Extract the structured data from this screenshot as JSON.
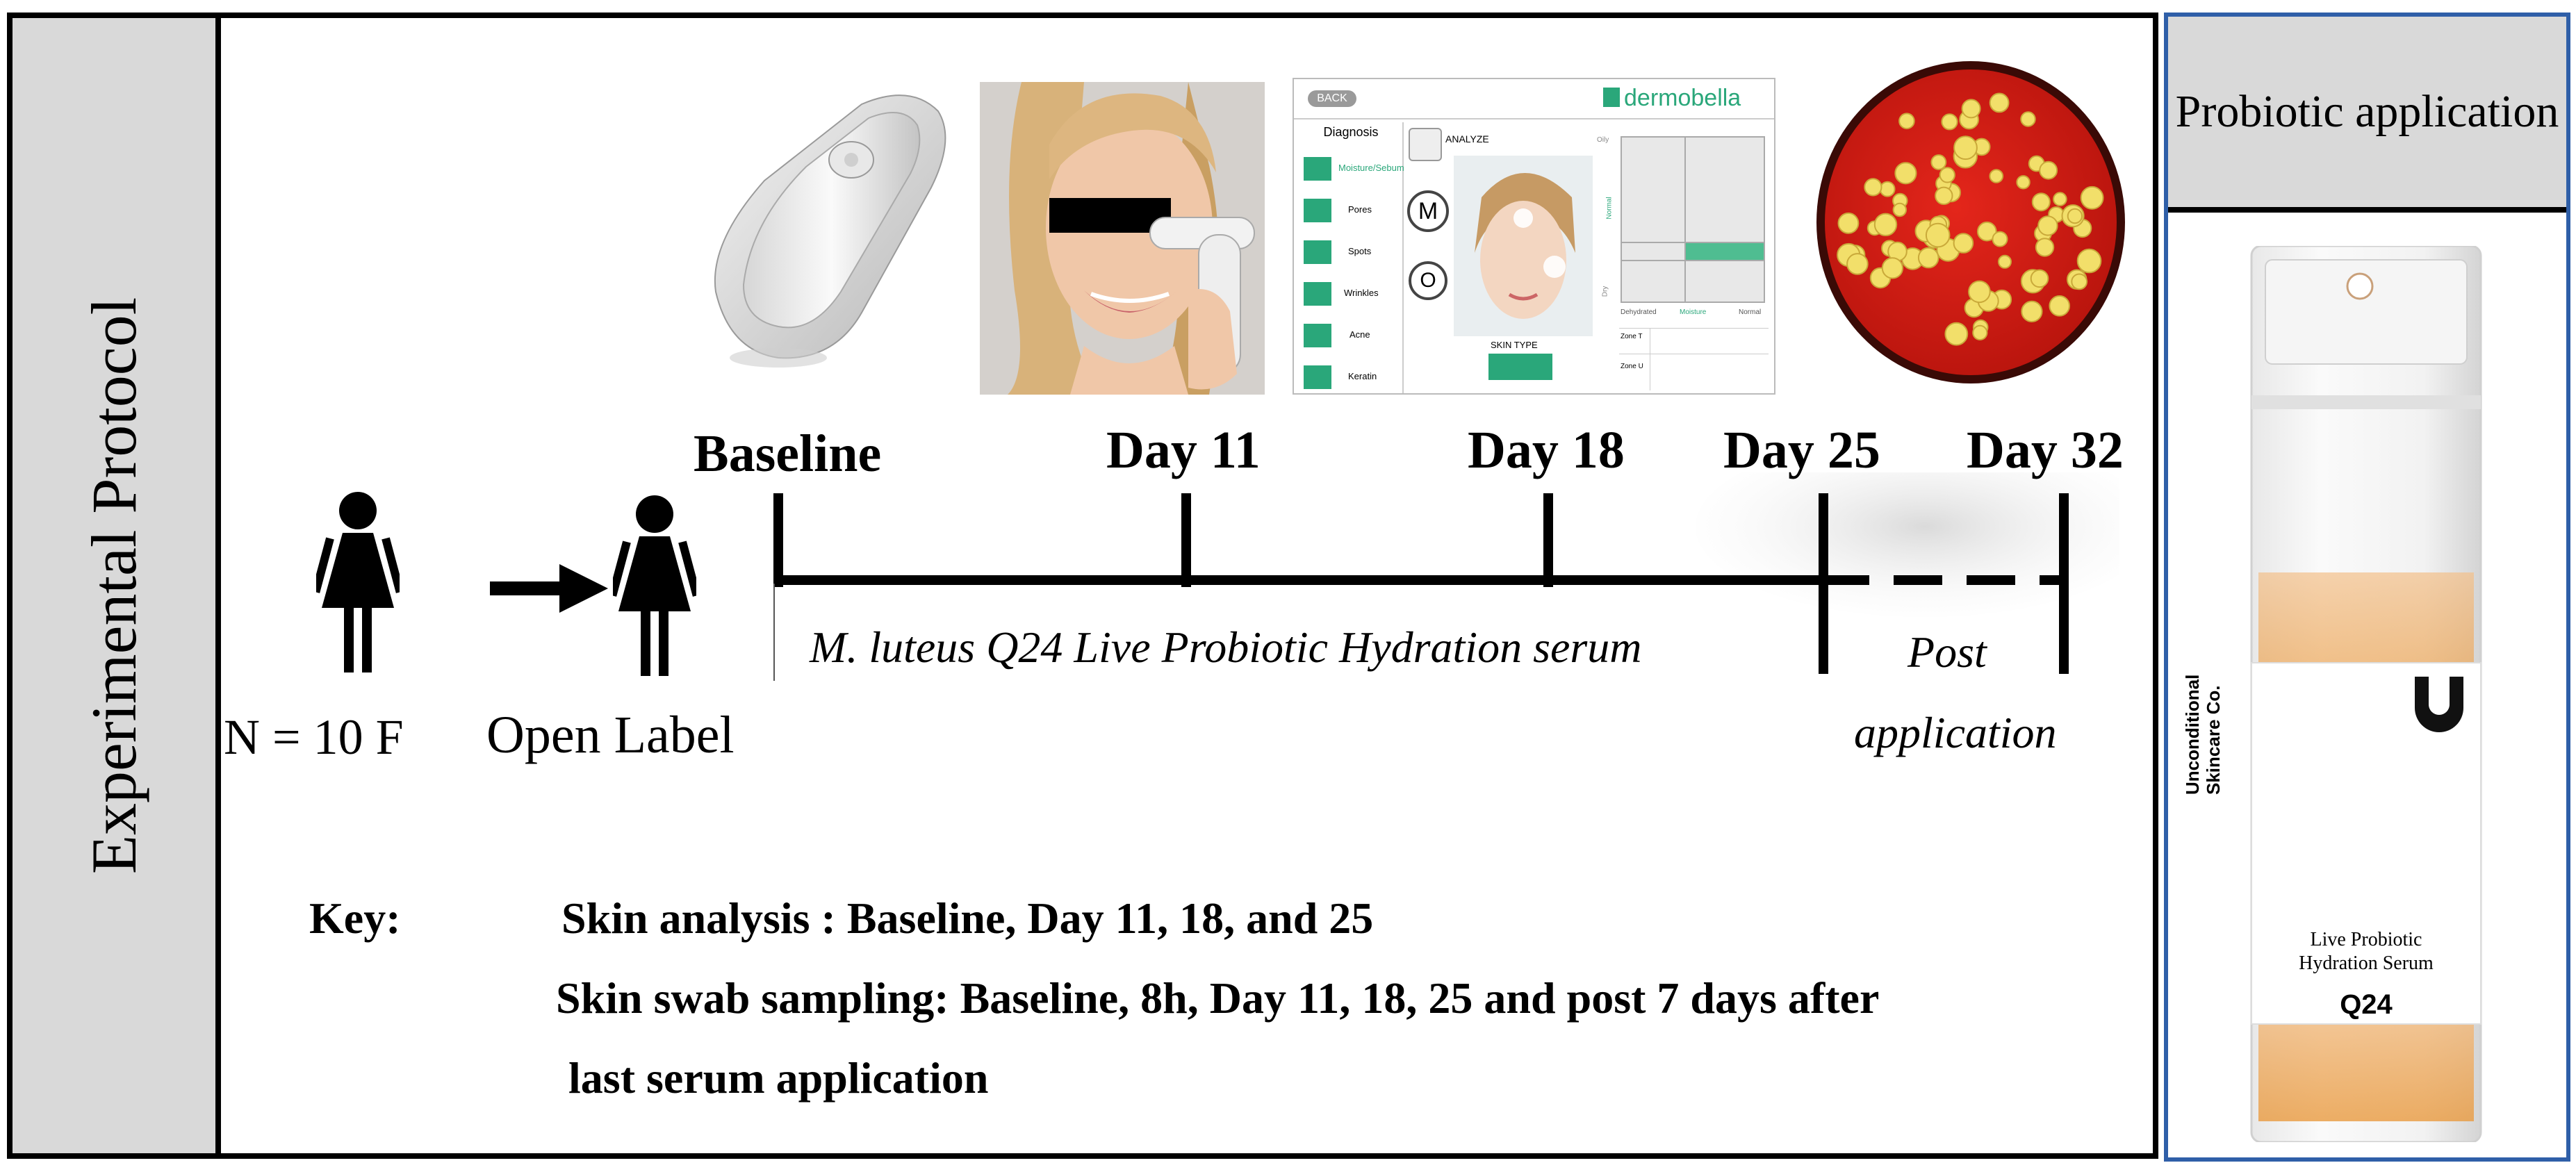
{
  "left_panel": {
    "title": "Experimental Protocol"
  },
  "right_panel": {
    "title": "Probiotic application",
    "product": {
      "brand_line1": "Unconditional",
      "brand_line2": "Skincare Co.",
      "name_line1": "Live Probiotic",
      "name_line2": "Hydration Serum",
      "badge": "Q24",
      "logo_letter": "U"
    }
  },
  "participants": {
    "count_label": "N = 10 F",
    "design_label": "Open Label"
  },
  "timeline": {
    "points": [
      "Baseline",
      "Day 11",
      "Day 18",
      "Day 25",
      "Day 32"
    ],
    "serum_period_label": "M. luteus Q24 Live Probiotic Hydration serum",
    "post_label_line1": "Post",
    "post_label_line2": "application"
  },
  "skin_analysis_screen": {
    "back": "BACK",
    "brand": "dermobella",
    "diagnosis": "Diagnosis",
    "menu": [
      "Moisture/Sebum",
      "Pores",
      "Spots",
      "Wrinkles",
      "Acne",
      "Keratin"
    ],
    "analyze": "ANALYZE",
    "m_button": "M",
    "o_button": "O",
    "skin_type": "SKIN TYPE",
    "chart_axis": [
      "Dehydrated",
      "Moisture",
      "Normal"
    ],
    "zones": [
      "Zone T",
      "Zone U"
    ],
    "y_axis": [
      "Oily",
      "Normal",
      "Dry"
    ]
  },
  "key": {
    "label": "Key:",
    "line1": "Skin analysis : Baseline, Day 11, 18, and 25",
    "line2": "Skin swab sampling: Baseline, 8h, Day 11, 18, 25 and post 7 days after",
    "line3": "last serum application"
  },
  "colors": {
    "frame": "#000000",
    "panel_gray": "#d9d9d9",
    "right_border": "#2f5fa8",
    "agar": "#d01a12",
    "colony": "#f2df6a",
    "accent_green": "#2aa77a"
  }
}
